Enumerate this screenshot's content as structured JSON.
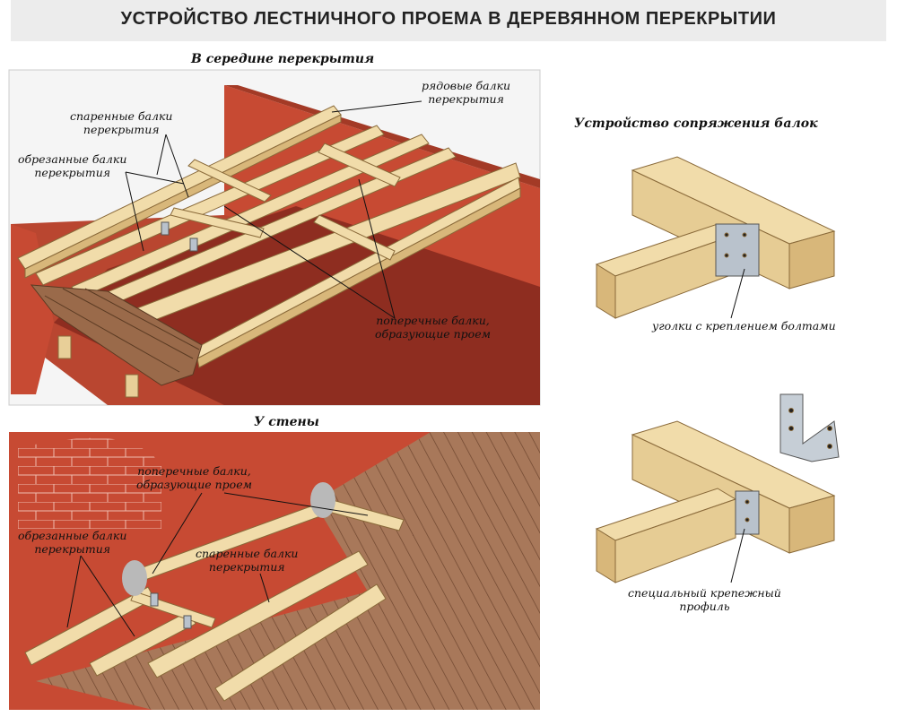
{
  "title": "УСТРОЙСТВО ЛЕСТНИЧНОГО ПРОЕМА В ДЕРЕВЯННОМ ПЕРЕКРЫТИИ",
  "colors": {
    "wall": "#c74a33",
    "floor_dark": "#8e2d20",
    "timber": "#f1dcaa",
    "timber_shade": "#d8b77a",
    "plank": "#9a6a4a",
    "metal": "#b9c2cc"
  },
  "top_panel": {
    "caption": "В середине перекрытия",
    "labels": {
      "regular_beams": [
        "рядовые балки",
        "перекрытия"
      ],
      "paired_beams": [
        "спаренные балки",
        "перекрытия"
      ],
      "cut_beams": [
        "обрезанные балки",
        "перекрытия"
      ],
      "cross_beams": [
        "поперечные балки,",
        "образующие проем"
      ]
    }
  },
  "bottom_panel": {
    "caption": "У стены",
    "labels": {
      "cross_beams": [
        "поперечные балки,",
        "образующие проем"
      ],
      "cut_beams": [
        "обрезанные балки",
        "перекрытия"
      ],
      "paired_beams": [
        "спаренные балки",
        "перекрытия"
      ]
    }
  },
  "joint_section": {
    "caption": "Устройство сопряжения балок",
    "bolt_angle_label": "уголки с креплением болтами",
    "profile_label": [
      "специальный крепежный",
      "профиль"
    ]
  }
}
